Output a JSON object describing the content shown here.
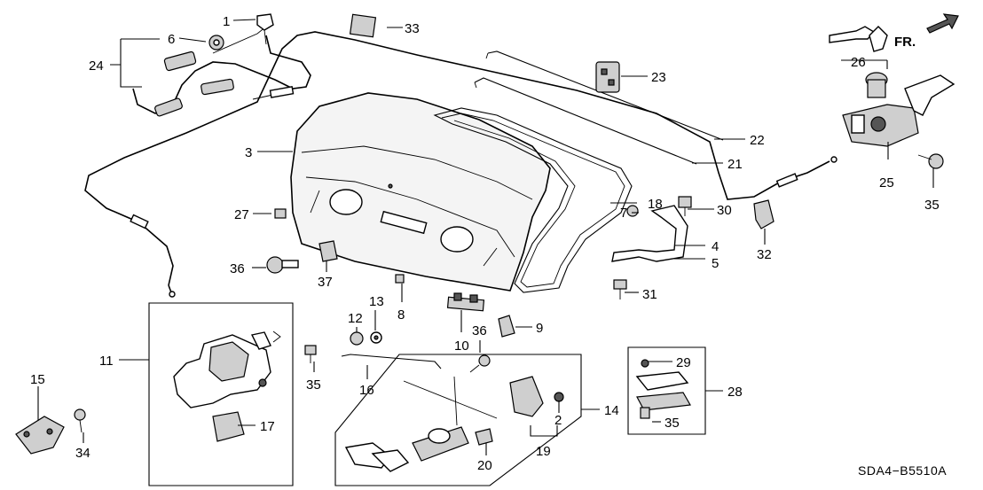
{
  "diagram": {
    "code": "SDA4−B5510A",
    "direction_label": "FR.",
    "callouts": {
      "c1": "1",
      "c2": "2",
      "c3": "3",
      "c4": "4",
      "c5": "5",
      "c6": "6",
      "c7": "7",
      "c8": "8",
      "c9": "9",
      "c10": "10",
      "c11": "11",
      "c12": "12",
      "c13": "13",
      "c14": "14",
      "c15": "15",
      "c16": "16",
      "c17": "17",
      "c18": "18",
      "c19": "19",
      "c20": "20",
      "c21": "21",
      "c22": "22",
      "c23": "23",
      "c24": "24",
      "c25": "25",
      "c26": "26",
      "c27": "27",
      "c28": "28",
      "c29": "29",
      "c30": "30",
      "c31": "31",
      "c32": "32",
      "c33": "33",
      "c34": "34",
      "c35a": "35",
      "c35b": "35",
      "c35c": "35",
      "c36a": "36",
      "c36b": "36",
      "c37": "37"
    }
  }
}
